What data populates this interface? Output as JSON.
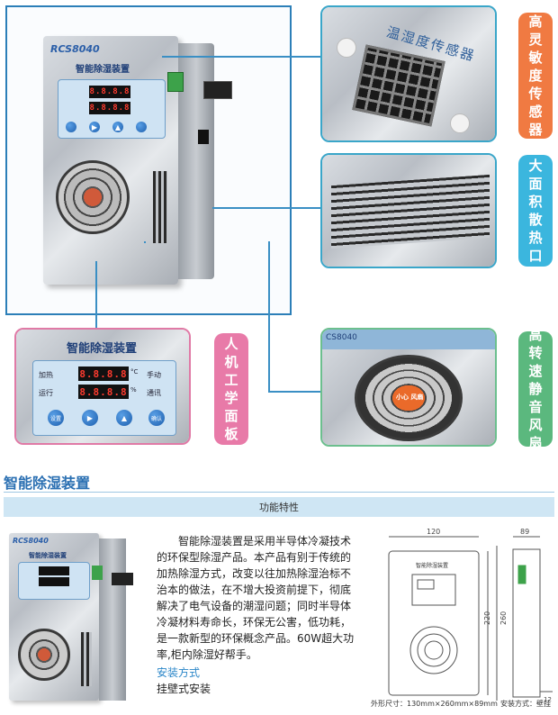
{
  "device": {
    "model": "RCS8040",
    "panel_title": "智能除湿装置",
    "display1": "8.8.8.8",
    "display2": "8.8.8.8",
    "unit_celsius": "°C",
    "unit_percent": "%",
    "label_heat": "加热",
    "label_run": "运行",
    "label_manual": "手动",
    "label_comm": "通讯",
    "btn_set": "设置",
    "btn_confirm": "确认",
    "fan_warning": "小心 风扇"
  },
  "callouts": {
    "sensor_sign": "温湿度传感器",
    "sensor_label": [
      "高",
      "灵",
      "敏",
      "度",
      "传",
      "感",
      "器"
    ],
    "heatsink_label": [
      "大",
      "面",
      "积",
      "散",
      "热",
      "口"
    ],
    "panel_label": [
      "人",
      "机",
      "工",
      "学",
      "面",
      "板"
    ],
    "fan_label": [
      "高",
      "转",
      "速",
      "静",
      "音",
      "风",
      "扇"
    ],
    "fan_panel_code": "CS8040"
  },
  "section": {
    "title": "智能除湿装置",
    "bar_title": "功能特性"
  },
  "description": {
    "lines": [
      "智能除湿装置是采用半导体冷凝技术",
      "的环保型除湿产品。本产品有别于传统的",
      "加热除湿方式，改变以往加热除湿治标不",
      "治本的做法，在不增大投资前提下，彻底",
      "解决了电气设备的潮湿问题；同时半导体",
      "冷凝材料寿命长，环保无公害，低功耗，",
      "是一款新型的环保概念产品。60W超大功",
      "率,柜内除湿好帮手。"
    ],
    "install_heading": "安装方式",
    "install_value": "挂壁式安装"
  },
  "drawing": {
    "width_top": "120",
    "height_outer": "260",
    "height_inner": "220",
    "depth": "89",
    "bottom_dim": "12",
    "panel_title": "智能除湿装置",
    "dims_label": "外形尺寸：",
    "dims_value": "130mm×260mm×89mm",
    "install_label": "安装方式：",
    "install_value": "壁挂"
  },
  "colors": {
    "sensor": "#f07a42",
    "heatsink": "#3bb6de",
    "panel": "#e87aa8",
    "fan": "#5bb87e",
    "accent": "#2c7fb8",
    "install": "#2a86c8"
  }
}
